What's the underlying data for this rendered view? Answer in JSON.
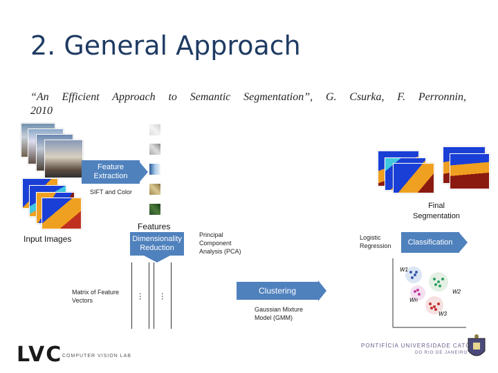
{
  "slide": {
    "title": "2. General Approach",
    "citation_line1": "“An Efficient Approach to Semantic Segmentation”, G. Csurka, F. Perronnin,",
    "citation_line2": "2010"
  },
  "diagram": {
    "feature_extraction": "Feature Extraction",
    "sift_color": "SIFT and Color",
    "features": "Features",
    "input_images": "Input Images",
    "dimensionality_reduction": "Dimensionality Reduction",
    "pca": "Principal Component Analysis (PCA)",
    "logistic_regression": "Logistic Regression",
    "classification": "Classification",
    "final_segmentation": "Final Segmentation",
    "matrix_label": "Matrix of Feature Vectors",
    "ellipsis": "…",
    "clustering": "Clustering",
    "gmm": "Gaussian Mixture Model (GMM)",
    "w1": "W1",
    "w2": "W2",
    "w3": "W3",
    "wn": "Wn"
  },
  "footer": {
    "lvc": "LVC",
    "lvc_sub": "COMPUTER VISION LAB",
    "puc_line1": "PONTIFÍCIA UNIVERSIDADE CATÓLICA",
    "puc_line2": "DO RIO DE JANEIRO"
  },
  "colors": {
    "title": "#1f3b63",
    "arrow": "#4f81bd",
    "seg_blue": "#1a3fd6",
    "seg_orange": "#f0a020",
    "seg_darkred": "#8a1a10",
    "seg_cyan": "#40c8e0"
  }
}
